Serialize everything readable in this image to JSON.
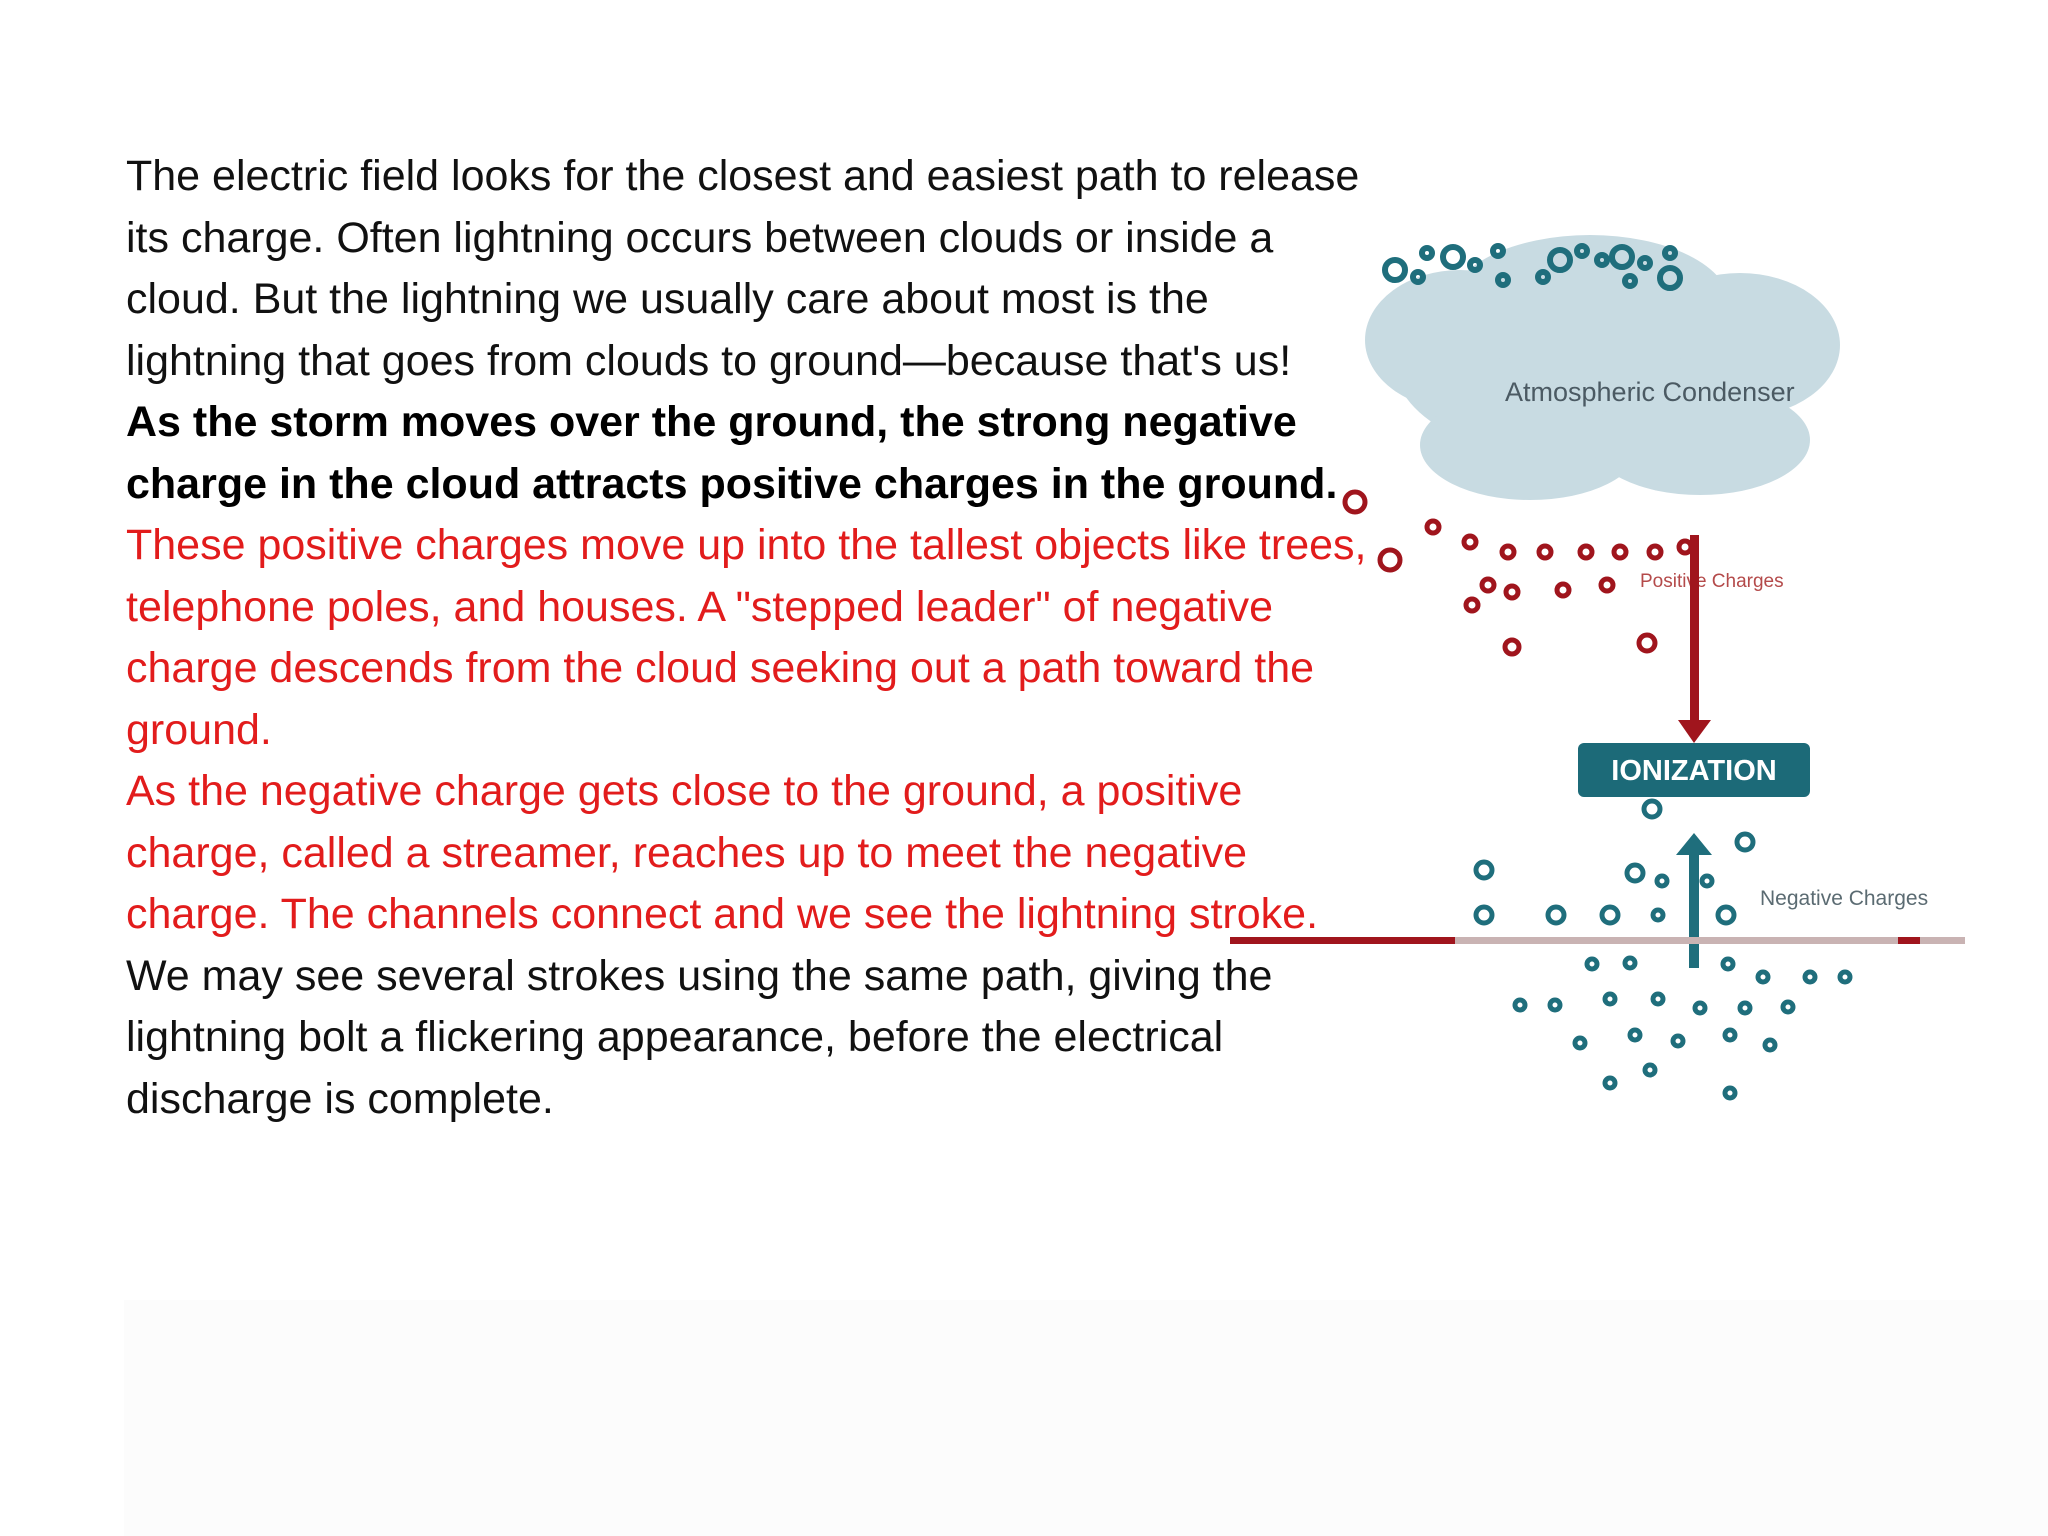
{
  "paragraphs": [
    {
      "style": "normal",
      "text": "The electric field looks for the closest and easiest path to release its charge. Often lightning occurs between clouds or inside a cloud. But the lightning we usually care about most is the lightning that goes from clouds to ground—because that's us!"
    },
    {
      "style": "bold",
      "text": "As the storm moves over the ground, the strong negative charge in the cloud attracts positive charges in the ground."
    },
    {
      "style": "red",
      "text": "These positive charges move up into the tallest objects like trees, telephone poles, and houses. A \"stepped leader\" of negative charge descends from the cloud seeking out a path toward the ground."
    },
    {
      "style": "red",
      "text": "As the negative charge gets close to the ground, a positive charge, called a streamer, reaches up to meet the negative charge. The channels connect and we see the lightning stroke."
    },
    {
      "style": "normal",
      "text": "We may see several strokes using the same path, giving the lightning bolt a flickering appearance, before the electrical discharge is complete."
    }
  ],
  "diagram": {
    "cloud_label": "Atmospheric Condenser",
    "positive_label": "Positive Charges",
    "ionization_label": "IONIZATION",
    "negative_label": "Negative Charges",
    "colors": {
      "cloud": "#c8dbe2",
      "positive": "#a0151d",
      "negative": "#1f6e7c",
      "ionization_bg": "#1c6a78",
      "ground": "#c9b3b3"
    }
  }
}
